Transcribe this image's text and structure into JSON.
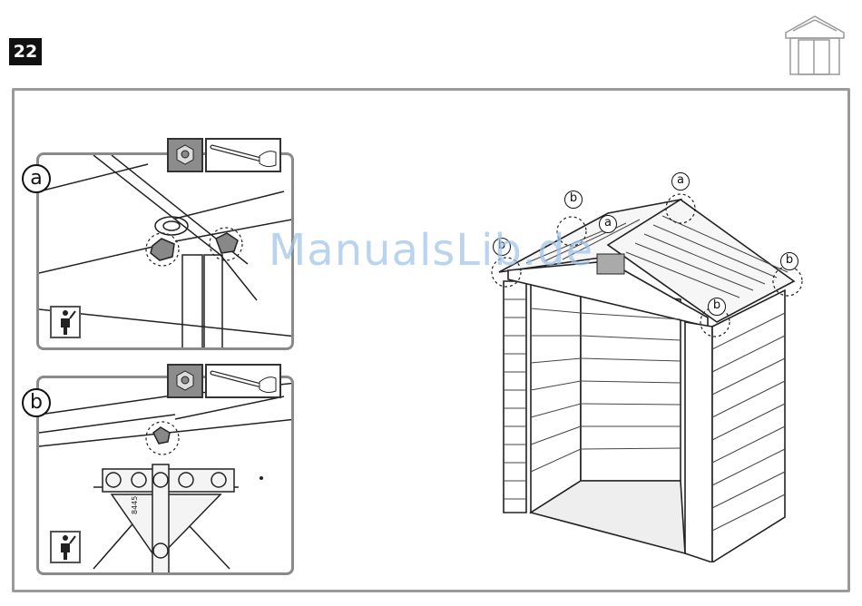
{
  "step": {
    "number": "22"
  },
  "watermark": {
    "text": "ManualsLib.de"
  },
  "details": [
    {
      "letter": "a"
    },
    {
      "letter": "b"
    }
  ],
  "part_code": "8445",
  "callouts": {
    "top_left_b": "b",
    "roof_center_a": "a",
    "roof_top_right_a": "a",
    "left_edge_b": "b",
    "right_edge_b": "b",
    "front_corner_b": "b"
  },
  "icons": {
    "header": "shed-outline-icon",
    "tool": "hex-nut-icon",
    "wrench": "wrench-in-hand-icon",
    "person": "person-with-arm-raised-icon"
  }
}
